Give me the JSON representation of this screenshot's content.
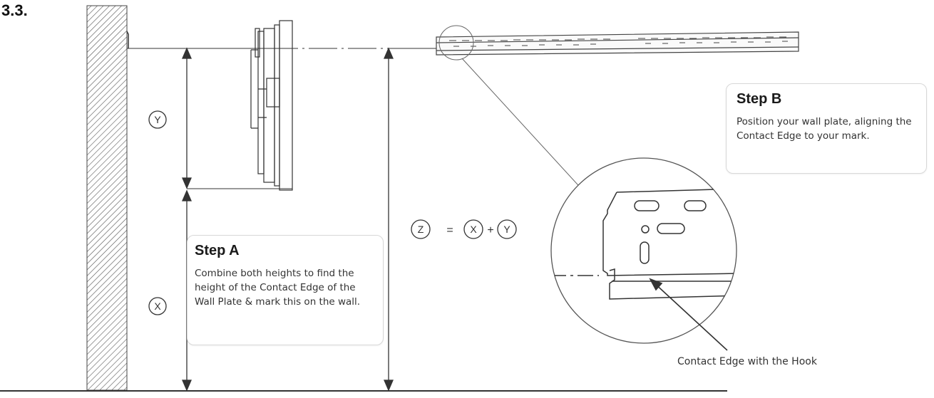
{
  "section_number": "3.3.",
  "labels": {
    "y": "Y",
    "x": "X",
    "z": "Z",
    "formula_equals": "=",
    "formula_plus": "+",
    "formula_x": "X",
    "formula_y": "Y"
  },
  "step_a": {
    "title": "Step A",
    "body": "Combine both heights to find the height of the Contact Edge of the Wall Plate & mark this on the wall."
  },
  "step_b": {
    "title": "Step B",
    "body": "Position your wall plate, aligning the Contact Edge to your mark."
  },
  "callout": "Contact Edge with the Hook"
}
